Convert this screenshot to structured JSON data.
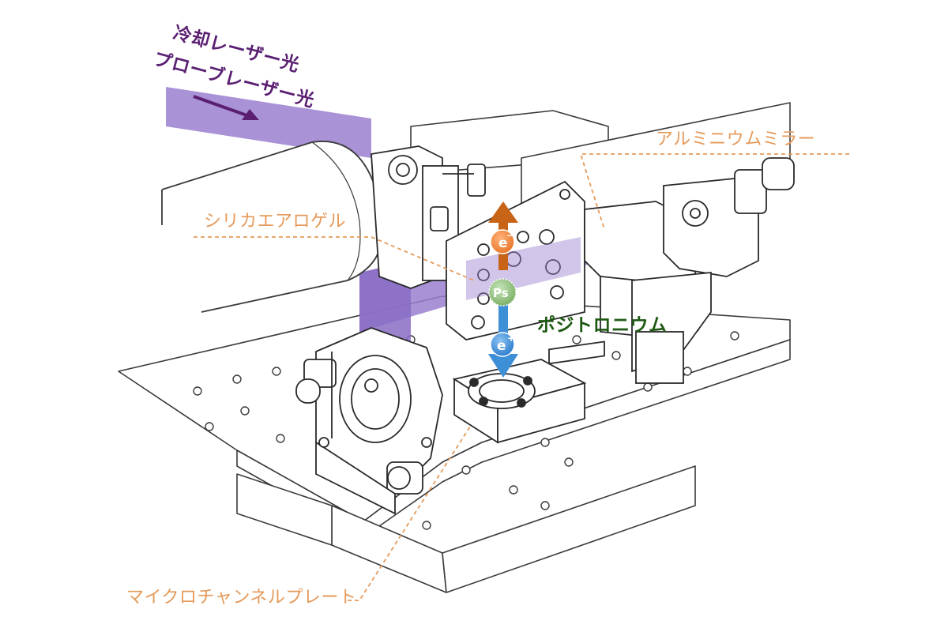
{
  "labels": {
    "cooling_laser": "冷却レーザー光",
    "probe_laser": "プローブレーザー光",
    "aluminum_mirror": "アルミニウムミラー",
    "silica_aerogel": "シリカエアロゲル",
    "positronium": "ポジトロニウム",
    "mcp": "マイクロチャンネルプレート"
  },
  "particles": {
    "electron": "e",
    "electron_charge": "−",
    "positron": "e",
    "positron_charge": "+",
    "positronium": "Ps"
  },
  "colors": {
    "laser_beam": "#9b7fd0",
    "label_orange": "#e59a5a",
    "label_purple": "#5a1f72",
    "label_green": "#1f5a14",
    "electron": "#ef8a3a",
    "electron_arrow": "#c86418",
    "positron": "#3d8fd6",
    "positronium": "#8dbf7a"
  }
}
